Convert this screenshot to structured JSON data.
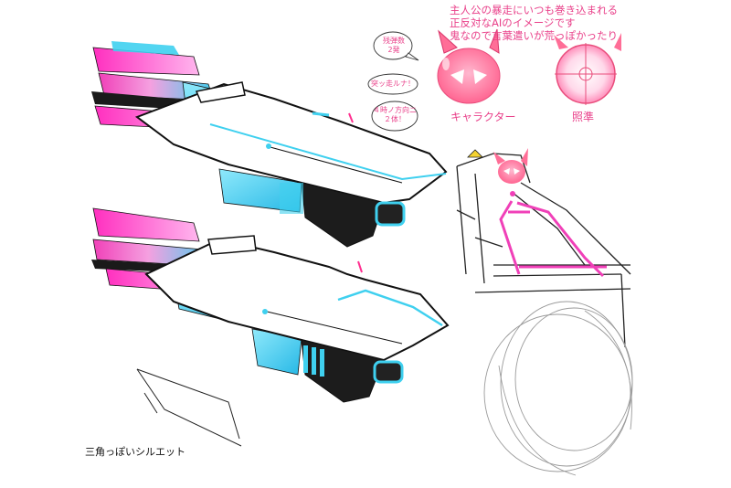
{
  "concept_notes": [
    "主人公の暴走にいつも巻き込まれる",
    "正反対なAIのイメージです",
    "鬼なので言葉遣いが荒っぽかったり"
  ],
  "speech_bubbles": [
    {
      "lines": [
        "残弾数",
        "2発"
      ]
    },
    {
      "lines": [
        "突ッ走ルナ！"
      ]
    },
    {
      "lines": [
        "４時ノ方向ニ",
        "２体！"
      ]
    }
  ],
  "labels": {
    "character": "キャラクター",
    "crosshair": "照準",
    "silhouette": "三角っぽいシルエット"
  },
  "colors": {
    "accent_pink": "#e9418a",
    "magenta": "#f040b8",
    "cyan": "#3fd0ef",
    "dark": "#1a1a1a"
  }
}
